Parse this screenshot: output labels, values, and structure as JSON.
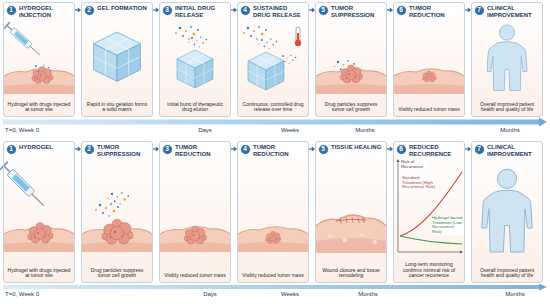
{
  "diagram": {
    "nodes": [
      {
        "text": [
          "HYDROGEL INJECTION",
          "Hydrogel with drugs injected at tumor site"
        ]
      },
      {
        "text": [
          "1"
        ],
        "in": 0
      },
      {
        "text": [
          "GEL FORMATION",
          "Rapid in situ gelation forms a solid matrix"
        ]
      },
      {
        "text": [
          "2"
        ],
        "in": 2
      },
      {
        "text": [
          "INITIAL DRUG RELEASE",
          "Initial burst of therapeutic drug elution"
        ]
      },
      {
        "text": [
          "3"
        ],
        "in": 4
      },
      {
        "text": [
          "SUSTAINED DRUG RELEASE",
          "Continuous, controlled drug release over time"
        ]
      },
      {
        "text": [
          "4"
        ],
        "in": 6
      },
      {
        "text": [
          "TUMOR SUPPRESSION",
          "Drug particles suppress tumor cell growth"
        ]
      },
      {
        "text": [
          "5"
        ],
        "in": 8
      },
      {
        "text": [
          "TUMOR REDUCTION",
          "Visibly reduced tumor mass"
        ]
      },
      {
        "text": [
          "6"
        ],
        "in": 10
      },
      {
        "text": [
          "CLINICAL IMPROVEMENT",
          "Overall improved patient health and quality of life"
        ]
      },
      {
        "text": [
          "7"
        ],
        "in": 12
      },
      {
        "text": [
          "HYDROGEL",
          "Hydrogel with drugs injected at tumor site"
        ]
      },
      {
        "text": [
          "1"
        ],
        "in": 14
      },
      {
        "text": [
          "TUMOR SUPPRESSION",
          "Drug particles suppress tumor cell growth"
        ]
      },
      {
        "text": [
          "2"
        ],
        "in": 16
      },
      {
        "text": [
          "TUMOR REDUCTION",
          "Visibly reduced tumor mass"
        ]
      },
      {
        "text": [
          "3"
        ],
        "in": 18
      },
      {
        "text": [
          "TUMOR REDUCTION",
          "Visibly reduced tumor mass"
        ]
      },
      {
        "text": [
          "4"
        ],
        "in": 20
      },
      {
        "text": [
          "TISSUE HEALING",
          "Wound closure and tissue remodeling"
        ]
      },
      {
        "text": [
          "5"
        ],
        "in": 22
      },
      {
        "text": [
          "REDUCED RECURRENCE",
          "Long-term monitoring confirms minimal risk of cancer recurrence"
        ]
      },
      {
        "text": [
          "6"
        ],
        "in": 24
      },
      {
        "text": [
          "CLINICAL IMPROVEMENT",
          "Overall improved patient health and quality of life"
        ]
      },
      {
        "text": [
          "7"
        ],
        "in": 26
      }
    ],
    "edges": [
      {
        "from": 0,
        "to": 2,
        "arrow": "to"
      },
      {
        "from": 2,
        "to": 4,
        "arrow": "to"
      },
      {
        "from": 4,
        "to": 6,
        "arrow": "to"
      },
      {
        "from": 6,
        "to": 8,
        "arrow": "to"
      },
      {
        "from": 8,
        "to": 10,
        "arrow": "to"
      },
      {
        "from": 10,
        "to": 12,
        "arrow": "to"
      },
      {
        "from": 14,
        "to": 16,
        "arrow": "to"
      },
      {
        "from": 16,
        "to": 18,
        "arrow": "to"
      },
      {
        "from": 18,
        "to": 20,
        "arrow": "to"
      },
      {
        "from": 20,
        "to": 22,
        "arrow": "to"
      },
      {
        "from": 22,
        "to": 24,
        "arrow": "to"
      },
      {
        "from": 24,
        "to": 26,
        "arrow": "to"
      }
    ],
    "labels": [
      "T=0, Week 0",
      "Days",
      "Weeks",
      "Months",
      "Months",
      "Risk of Recurrence",
      "Standard Treatment (High Recurrence Risk)",
      "Hydrogel-based Treatment (Low Recurrence Risk)",
      "T=0, Week 0",
      "Days",
      "Weeks",
      "Months",
      "Months"
    ]
  }
}
